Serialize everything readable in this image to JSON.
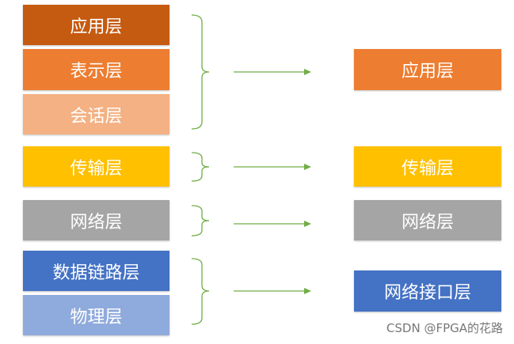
{
  "osi_layers": [
    {
      "label": "应用层",
      "color": "#C55A11"
    },
    {
      "label": "表示层",
      "color": "#ED7D31"
    },
    {
      "label": "会话层",
      "color": "#F4B183"
    },
    {
      "label": "传输层",
      "color": "#FFC000"
    },
    {
      "label": "网络层",
      "color": "#A5A5A5"
    },
    {
      "label": "数据链路层",
      "color": "#4472C4"
    },
    {
      "label": "物理层",
      "color": "#8FAADC"
    }
  ],
  "tcpip_layers": [
    {
      "label": "应用层",
      "color": "#ED7D31"
    },
    {
      "label": "传输层",
      "color": "#FFC000"
    },
    {
      "label": "网络层",
      "color": "#A5A5A5"
    },
    {
      "label": "网络接口层",
      "color": "#4472C4"
    }
  ],
  "connector_color": "#70AD47",
  "watermark": "CSDN @FPGA的花路"
}
